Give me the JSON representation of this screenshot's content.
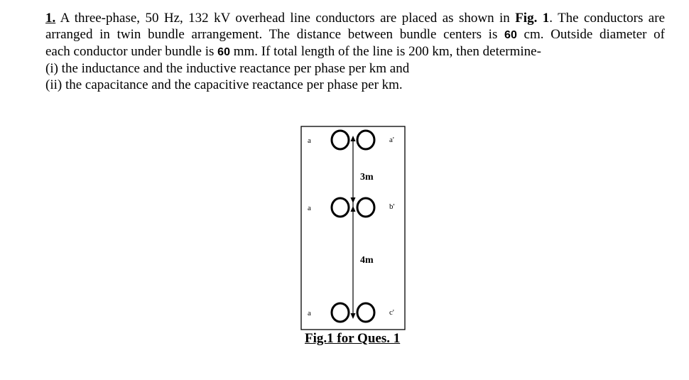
{
  "question": {
    "number": "1.",
    "line1_a": "A three-phase, 50 Hz, 132 kV overhead line conductors are placed as shown in",
    "fig_ref": "Fig. 1",
    "line1_b": ". The conductors are",
    "line2_a": "arranged in twin bundle arrangement. The distance between bundle centers is",
    "bundle_spacing": "60",
    "line2_b": "cm. Outside diameter of",
    "line3_a": "each conductor under bundle is",
    "conductor_diameter": "60",
    "line3_b": "mm. If total length of the line is 200 km, then determine-",
    "part_i": "(i) the inductance and the inductive reactance per phase per km and",
    "part_ii": "(ii) the capacitance and the capacitive reactance per phase per km."
  },
  "figure": {
    "left_labels": [
      "a",
      "a",
      "a"
    ],
    "right_labels": [
      "a'",
      "b'",
      "c'"
    ],
    "spacing_top": "3m",
    "spacing_bottom": "4m",
    "caption": "Fig.1 for Ques. 1"
  }
}
